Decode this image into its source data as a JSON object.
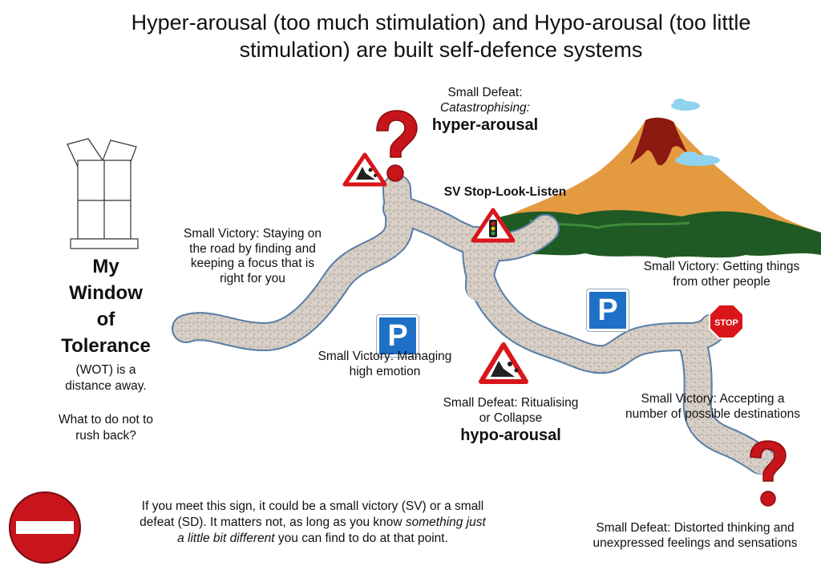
{
  "title": {
    "line1": "Hyper-arousal (too much stimulation)  and Hypo-arousal (too little",
    "line2": "stimulation) are built self-defence systems"
  },
  "window_of_tolerance": {
    "line1": "My",
    "line2": "Window",
    "line3": "of",
    "line4": "Tolerance",
    "sub1": "(WOT) is a",
    "sub2": "distance away.",
    "q1": "What to do not to",
    "q2": "rush back?"
  },
  "hyper": {
    "l1": "Small Defeat:",
    "l2": "Catastrophising:",
    "l3": "hyper-arousal"
  },
  "stop_look_listen": "SV Stop-Look-Listen",
  "staying_on_road": {
    "l1": "Small Victory: Staying on",
    "l2": "the road by finding and",
    "l3": "keeping a focus that is",
    "l4": "right for you"
  },
  "getting_things": {
    "l1": "Small Victory:  Getting things",
    "l2": "from other people"
  },
  "managing_emotion": {
    "l1": "Small Victory: Managing",
    "l2": "high emotion"
  },
  "hypo": {
    "l1": "Small Defeat:  Ritualising",
    "l2": "or Collapse",
    "l3": "hypo-arousal"
  },
  "accepting": {
    "l1": "Small Victory:  Accepting a",
    "l2": "number of possible destinations"
  },
  "distorted": {
    "l1": "Small Defeat:  Distorted thinking and",
    "l2": "unexpressed feelings and sensations"
  },
  "legend": {
    "l1": "If you meet this sign, it could be a small victory (SV) or a small",
    "l2a": "defeat (SD). It matters not, as long as you know ",
    "l2b": "something just",
    "l3a": "a little bit different",
    "l3b": " you can find to do at that point."
  },
  "signs": {
    "parking": "P",
    "stop": "STOP",
    "question": "?"
  },
  "colors": {
    "road": "#cfc6bc",
    "road_edge": "#5a7fa8",
    "volcano": "#e49a3f",
    "lava": "#8b1a10",
    "grass": "#1f5a24",
    "parking_blue": "#1e6fc6",
    "sign_red": "#d8161b",
    "cloud": "#8fd3ee"
  },
  "icons": [
    "rockfall-warning-icon",
    "traffic-light-warning-icon",
    "parking-sign-icon",
    "stop-sign-icon",
    "question-mark-icon",
    "no-entry-sign-icon",
    "window-icon",
    "volcano-icon"
  ]
}
